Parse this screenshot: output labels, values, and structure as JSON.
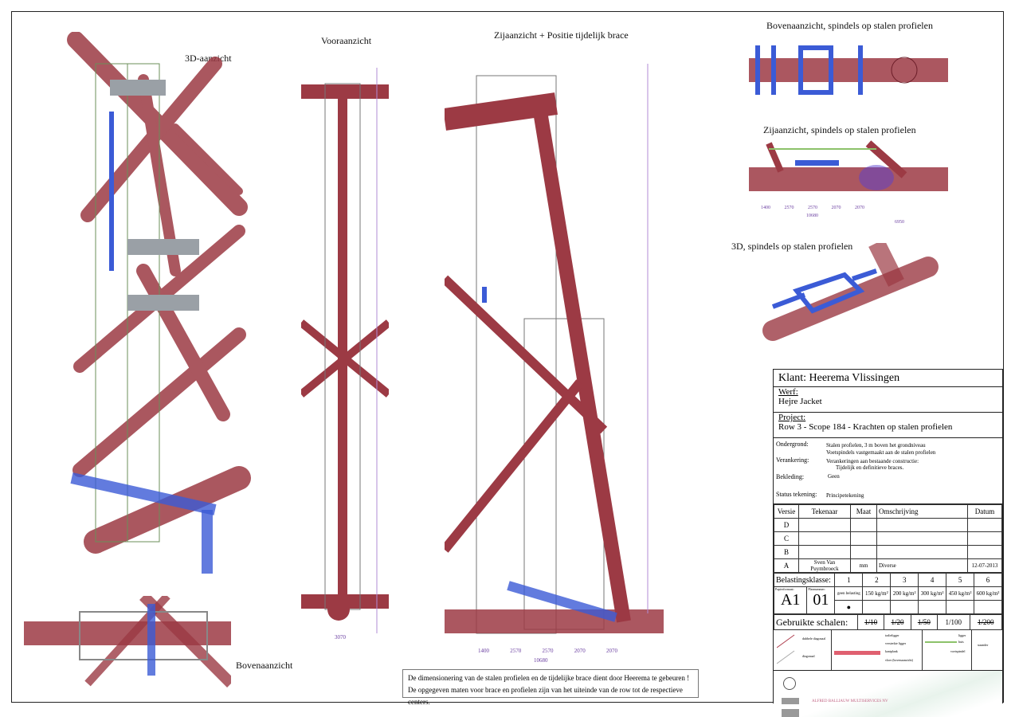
{
  "views": {
    "view_3d": "3D-aanzicht",
    "front": "Vooraanzicht",
    "side": "Zijaanzicht + Positie tijdelijk brace",
    "top": "Bovenaanzicht",
    "top_spindles": "Bovenaanzicht, spindels op stalen profielen",
    "side_spindles": "Zijaanzicht, spindels op stalen profielen",
    "view_3d_spindles": "3D, spindels op stalen profielen"
  },
  "dimensions": {
    "front_width": "3070",
    "side_segments": [
      "1400",
      "2570",
      "2570",
      "2070",
      "2070"
    ],
    "side_total": "10680",
    "spindle_side_segments": [
      "1400",
      "2570",
      "2570",
      "2070",
      "2070"
    ],
    "spindle_side_total": "10680",
    "spindle_offset": "6950"
  },
  "notes": [
    "De dimensionering van de stalen profielen en de tijdelijke brace dient door Heerema te gebeuren !",
    "De opgegeven maten voor brace en profielen zijn van het uiteinde van de row tot de respectieve centers."
  ],
  "title_block": {
    "klant": "Klant: Heerema Vlissingen",
    "werf_label": "Werf:",
    "werf": "Hejre Jacket",
    "project_label": "Project:",
    "project": "Row 3 - Scope 184 - Krachten op stalen profielen",
    "ondergrond_label": "Ondergrond:",
    "ondergrond_1": "Stalen profielen, 3 m boven het grondniveau",
    "ondergrond_2": "Voetspindels vastgemaakt aan de stalen profielen",
    "verankering_label": "Verankering:",
    "verankering_1": "Verankeringen aan bestaande constructie:",
    "verankering_2": "Tijdelijk en definitieve braces.",
    "bekleding_label": "Bekleding:",
    "bekleding": "Geen",
    "status_label": "Status tekening:",
    "status": "Principetekening",
    "revision_headers": [
      "Versie",
      "Tekenaar",
      "Maat",
      "Omschrijving",
      "Datum"
    ],
    "revisions": [
      {
        "versie": "D",
        "tekenaar": "",
        "maat": "",
        "omschrijving": "",
        "datum": ""
      },
      {
        "versie": "C",
        "tekenaar": "",
        "maat": "",
        "omschrijving": "",
        "datum": ""
      },
      {
        "versie": "B",
        "tekenaar": "",
        "maat": "",
        "omschrijving": "",
        "datum": ""
      },
      {
        "versie": "A",
        "tekenaar": "Sven Van Puymbroeck",
        "maat": "mm",
        "omschrijving": "Diverse",
        "datum": "12-07-2013"
      }
    ],
    "belasting_label": "Belastingsklasse:",
    "klassen": [
      "1",
      "2",
      "3",
      "4",
      "5",
      "6"
    ],
    "loads": [
      "geen belasting",
      "150 kg/m²",
      "200 kg/m²",
      "300 kg/m²",
      "450 kg/m²",
      "600 kg/m²"
    ],
    "selected_class": 1,
    "papierformaat_label": "Papierformaat:",
    "papierformaat": "A1",
    "planummer_label": "Plannummer:",
    "planummer": "01",
    "schalen_label": "Gebruikte schalen:",
    "schalen": [
      "1/10",
      "1/20",
      "1/50",
      "1/100",
      "1/200"
    ],
    "schaal_used": "1/100",
    "legend": [
      "dubbele diagonaal",
      "diagonaal",
      "tralieligger",
      "versterkte ligger",
      "kantplank",
      "vloer (bovenaanzicht)",
      "ligger",
      "buis",
      "voetspindel",
      "staander"
    ],
    "company": "ALFRED BALLIAUW MULTISERVICES NV"
  },
  "colors": {
    "steel": "#9c3a44",
    "scaffold_blue": "#3b5bd6",
    "scaffold_green": "#8cc26a",
    "deck": "#9aa0a6"
  }
}
